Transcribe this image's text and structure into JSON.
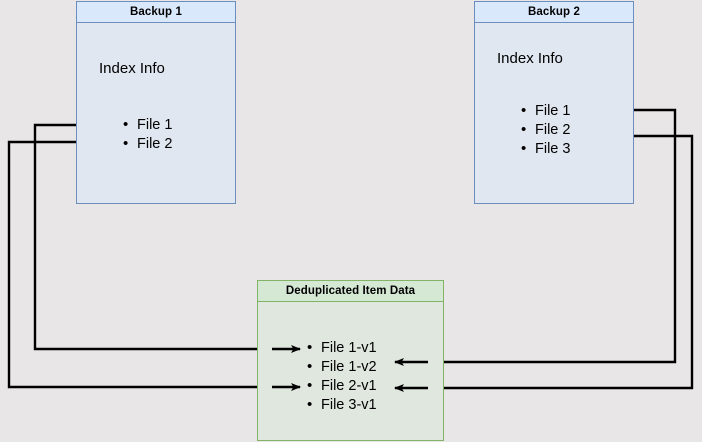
{
  "diagram": {
    "title_backup1": "Backup 1",
    "title_backup2": "Backup 2",
    "title_dedup": "Deduplicated Item Data",
    "index_label_1": "Index Info",
    "index_label_2": "Index Info",
    "backup1_files": [
      "File 1",
      "File 2"
    ],
    "backup2_files": [
      "File 1",
      "File 2",
      "File 3"
    ],
    "dedup_items": [
      "File 1-v1",
      "File 1-v2",
      "File 2-v1",
      "File 3-v1"
    ],
    "colors": {
      "background": "#e8e6e6",
      "blue_fill": "#dae8fc",
      "blue_stroke": "#6c8ebf",
      "green_fill": "#d5e8d4",
      "green_stroke": "#82b366",
      "connector": "#000000",
      "text": "#000000"
    }
  }
}
